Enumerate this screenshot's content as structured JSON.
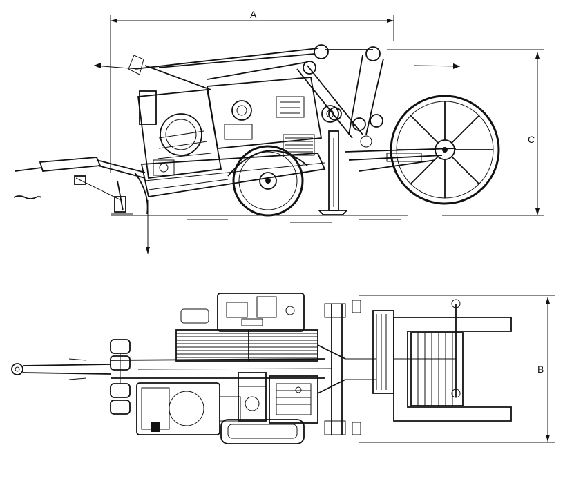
{
  "dimensions": {
    "a": "A",
    "b": "B",
    "c": "C"
  },
  "colors": {
    "ink": "#111111",
    "paper": "#ffffff"
  },
  "views": {
    "side": "side-elevation",
    "top": "plan-view"
  }
}
